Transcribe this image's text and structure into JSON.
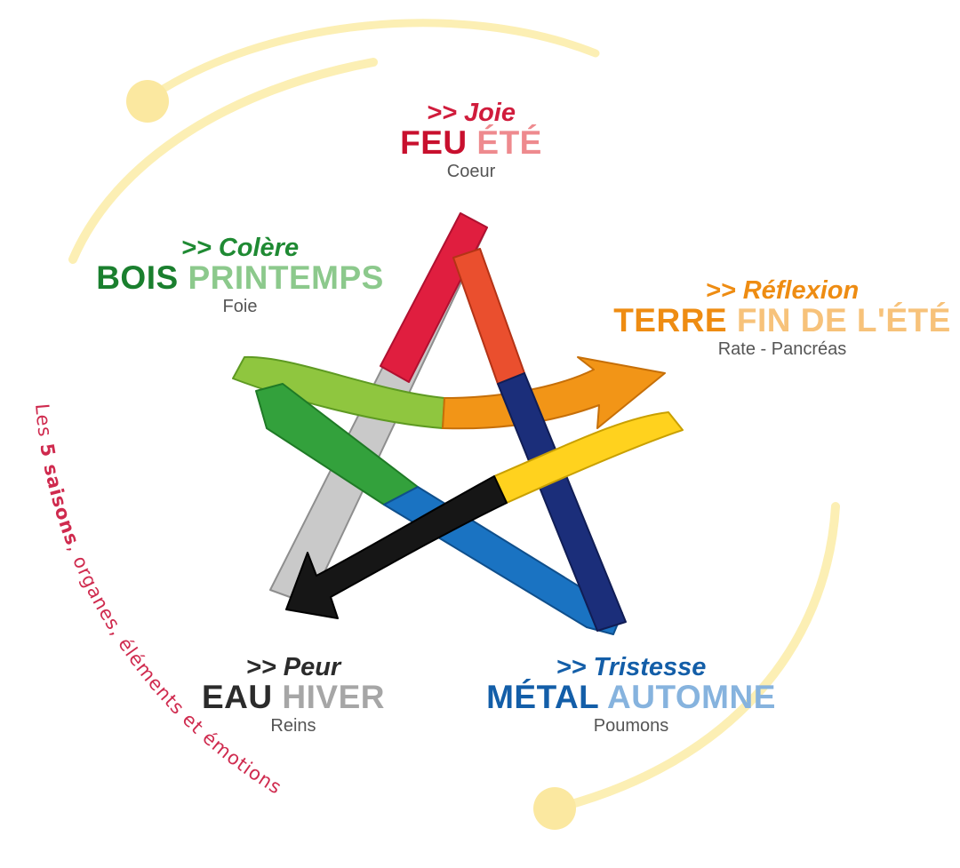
{
  "elements": {
    "fire": {
      "emotion": ">> Joie",
      "element": "FEU",
      "season": "ÉTÉ",
      "organ": "Coeur"
    },
    "wood": {
      "emotion": ">> Colère",
      "element": "BOIS",
      "season": "PRINTEMPS",
      "organ": "Foie"
    },
    "earth": {
      "emotion": ">> Réflexion",
      "element": "TERRE",
      "season": "FIN DE L'ÉTÉ",
      "organ": "Rate - Pancréas"
    },
    "water": {
      "emotion": ">> Peur",
      "element": "EAU",
      "season": "HIVER",
      "organ": "Reins"
    },
    "metal": {
      "emotion": ">> Tristesse",
      "element": "MÉTAL",
      "season": "AUTOMNE",
      "organ": "Poumons"
    }
  },
  "side_caption": {
    "prefix": "Les ",
    "bold": "5 saisons",
    "suffix": ", organes, éléments et émotions"
  },
  "colors": {
    "fire_dark": "#d01c3c",
    "fire_light": "#ee8a8e",
    "wood_dark": "#1f8a33",
    "wood_light": "#8cc98c",
    "earth_dark": "#ee8c12",
    "earth_light": "#f7c27a",
    "water_dark": "#2b2b2b",
    "water_light": "#a6a6a6",
    "metal_dark": "#135ea8",
    "metal_light": "#86b3de",
    "caption": "#cf2a4e",
    "arc": "#fbeaa4"
  }
}
